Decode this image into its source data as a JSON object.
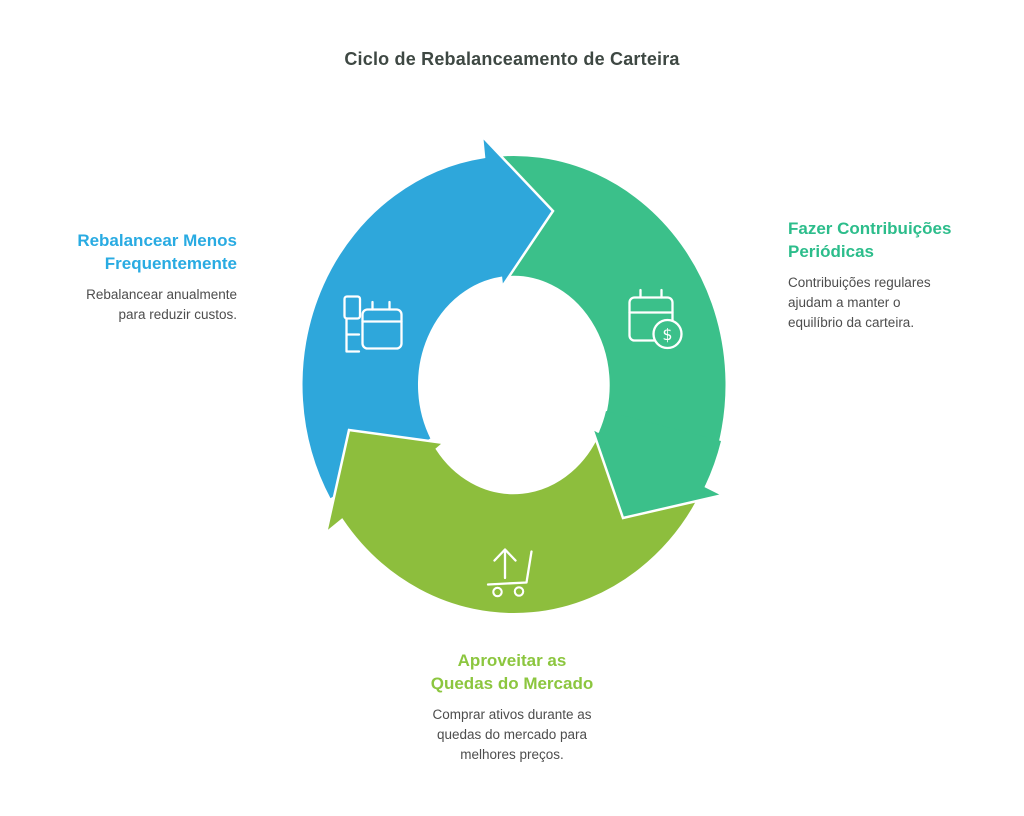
{
  "title": "Ciclo de Rebalanceamento de Carteira",
  "colors": {
    "blue_segment": "#2EA7DB",
    "green_segment": "#3BC08A",
    "olive_segment": "#8DBE3D",
    "blue_heading": "#29ABE2",
    "green_heading": "#2CBD8B",
    "olive_heading": "#8CC63F",
    "title_text": "#3E4843",
    "body_text": "#4D4D4D",
    "icon_stroke": "#FFFFFF"
  },
  "icons": {
    "dollar_sign": "$",
    "blue_icon": "list-calendar-icon",
    "green_icon": "calendar-dollar-icon",
    "olive_icon": "cart-up-arrow-icon"
  },
  "sections": {
    "left": {
      "heading_lines": [
        "Rebalancear Menos",
        "Frequentemente"
      ],
      "body_lines": [
        "Rebalancear anualmente",
        "para reduzir custos."
      ]
    },
    "right": {
      "heading_lines": [
        "Fazer Contribuições",
        "Periódicas"
      ],
      "body_lines": [
        "Contribuições regulares",
        "ajudam a manter o",
        "equilíbrio da carteira."
      ]
    },
    "bottom": {
      "heading_lines": [
        "Aproveitar as",
        "Quedas do Mercado"
      ],
      "body_lines": [
        "Comprar ativos durante as",
        "quedas do mercado para",
        "melhores preços."
      ]
    }
  }
}
